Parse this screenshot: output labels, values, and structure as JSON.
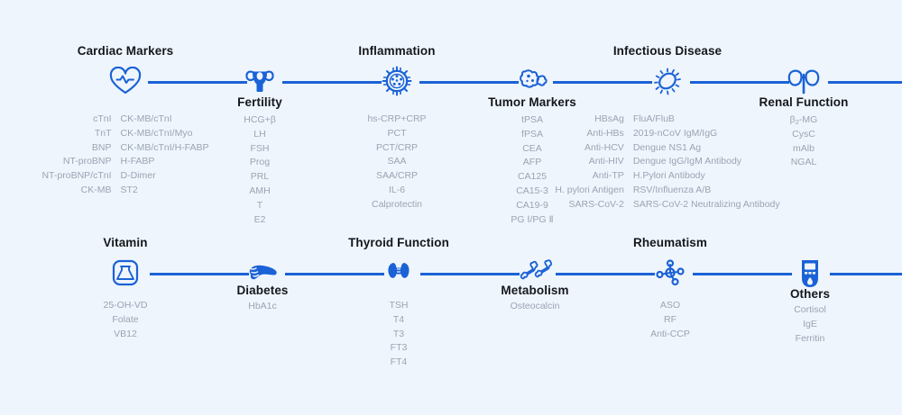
{
  "theme": {
    "background": "#eff5fd",
    "accent": "#1a62d6",
    "title_color": "#14171c",
    "item_color": "#9aa4b2"
  },
  "rows": [
    {
      "name": "row-top",
      "nodes": [
        {
          "id": "cardiac-markers",
          "title": "Cardiac Markers",
          "icon": "heart-pulse-icon",
          "title_position": "above",
          "columns": [
            [
              "cTnI",
              "TnT",
              "BNP",
              "NT-proBNP",
              "NT-proBNP/cTnI",
              "CK-MB"
            ],
            [
              "CK-MB/cTnI",
              "CK-MB/cTnI/Myo",
              "CK-MB/cTnI/H-FABP",
              "H-FABP",
              "D-Dimer",
              "ST2"
            ]
          ]
        },
        {
          "id": "fertility",
          "title": "Fertility",
          "icon": "uterus-icon",
          "title_position": "below",
          "columns": [
            [
              "HCG+β",
              "LH",
              "FSH",
              "Prog",
              "PRL",
              "AMH",
              "T",
              "E2"
            ]
          ]
        },
        {
          "id": "inflammation",
          "title": "Inflammation",
          "icon": "virus-icon",
          "title_position": "above",
          "columns": [
            [
              "hs-CRP+CRP",
              "PCT",
              "PCT/CRP",
              "SAA",
              "SAA/CRP",
              "IL-6",
              "Calprotectin"
            ]
          ]
        },
        {
          "id": "tumor-markers",
          "title": "Tumor Markers",
          "icon": "tumor-cell-icon",
          "title_position": "below",
          "columns": [
            [
              "tPSA",
              "fPSA",
              "CEA",
              "AFP",
              "CA125",
              "CA15-3",
              "CA19-9",
              "PG Ⅰ/PG Ⅱ"
            ]
          ]
        },
        {
          "id": "infectious-disease",
          "title": "Infectious Disease",
          "icon": "bacteria-icon",
          "title_position": "above",
          "columns": [
            [
              "HBsAg",
              "Anti-HBs",
              "Anti-HCV",
              "Anti-HIV",
              "Anti-TP",
              "H. pylori Antigen",
              "SARS-CoV-2"
            ],
            [
              "FluA/FluB",
              "2019-nCoV IgM/IgG",
              "Dengue NS1 Ag",
              "Dengue IgG/IgM Antibody",
              "H.Pylori Antibody",
              "RSV/Influenza A/B",
              "SARS-CoV-2 Neutralizing Antibody"
            ]
          ]
        },
        {
          "id": "renal-function",
          "title": "Renal Function",
          "icon": "kidney-icon",
          "title_position": "below",
          "columns": [
            [
              "β₂-MG",
              "CysC",
              "mAlb",
              "NGAL"
            ]
          ]
        }
      ]
    },
    {
      "name": "row-bottom",
      "nodes": [
        {
          "id": "vitamin",
          "title": "Vitamin",
          "icon": "flask-icon",
          "title_position": "above",
          "columns": [
            [
              "25-OH-VD",
              "Folate",
              "VB12"
            ]
          ]
        },
        {
          "id": "diabetes",
          "title": "Diabetes",
          "icon": "pancreas-icon",
          "title_position": "below",
          "columns": [
            [
              "HbA1c"
            ]
          ]
        },
        {
          "id": "thyroid-function",
          "title": "Thyroid Function",
          "icon": "thyroid-icon",
          "title_position": "above",
          "columns": [
            [
              "TSH",
              "T4",
              "T3",
              "FT3",
              "FT4"
            ]
          ]
        },
        {
          "id": "metabolism",
          "title": "Metabolism",
          "icon": "bone-icon",
          "title_position": "below",
          "columns": [
            [
              "Osteocalcin"
            ]
          ]
        },
        {
          "id": "rheumatism",
          "title": "Rheumatism",
          "icon": "molecule-icon",
          "title_position": "above",
          "columns": [
            [
              "ASO",
              "RF",
              "Anti-CCP"
            ]
          ]
        },
        {
          "id": "others",
          "title": "Others",
          "icon": "glucometer-icon",
          "title_position": "below",
          "columns": [
            [
              "Cortisol",
              "IgE",
              "Ferritin"
            ]
          ]
        }
      ]
    }
  ]
}
